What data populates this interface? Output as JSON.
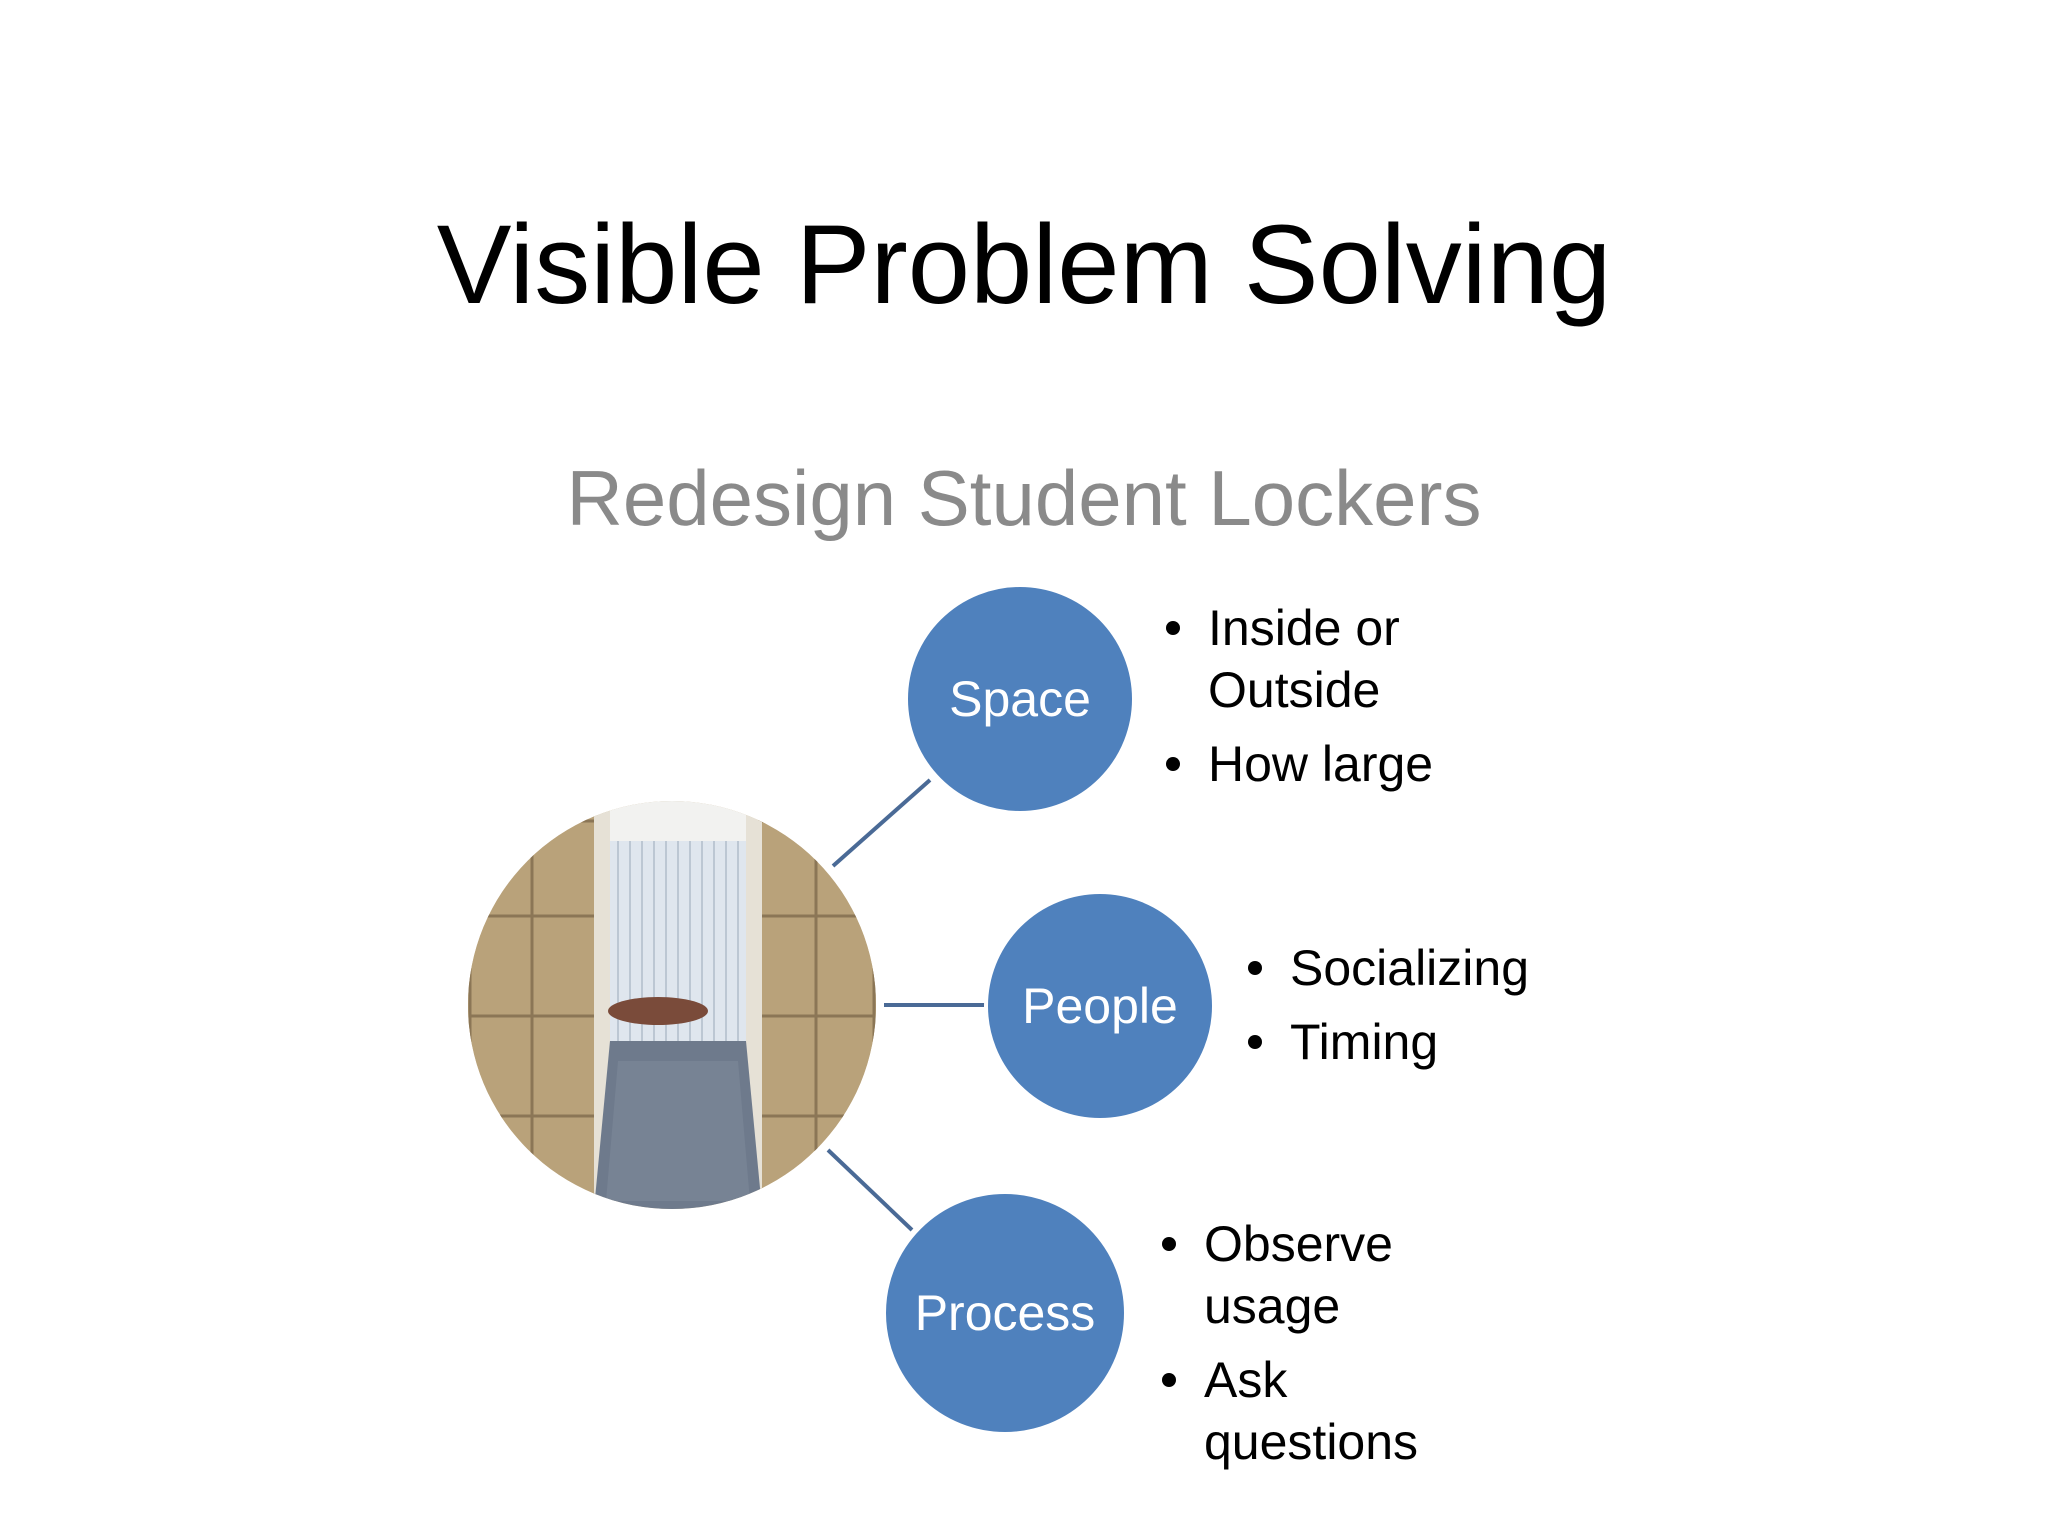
{
  "slide": {
    "title": "Visible Problem Solving",
    "subtitle": "Redesign Student Lockers"
  },
  "diagram": {
    "hub": {
      "image": "student-lockers-photo"
    },
    "nodes": [
      {
        "label": "Space",
        "bullets": [
          "Inside or Outside",
          "How large"
        ]
      },
      {
        "label": "People",
        "bullets": [
          "Socializing",
          "Timing"
        ]
      },
      {
        "label": "Process",
        "bullets": [
          "Observe usage",
          "Ask questions"
        ]
      }
    ],
    "colors": {
      "node_fill": "#4f81bd",
      "connector": "#4a6a96",
      "subtitle_text": "#8a8a8a"
    }
  }
}
